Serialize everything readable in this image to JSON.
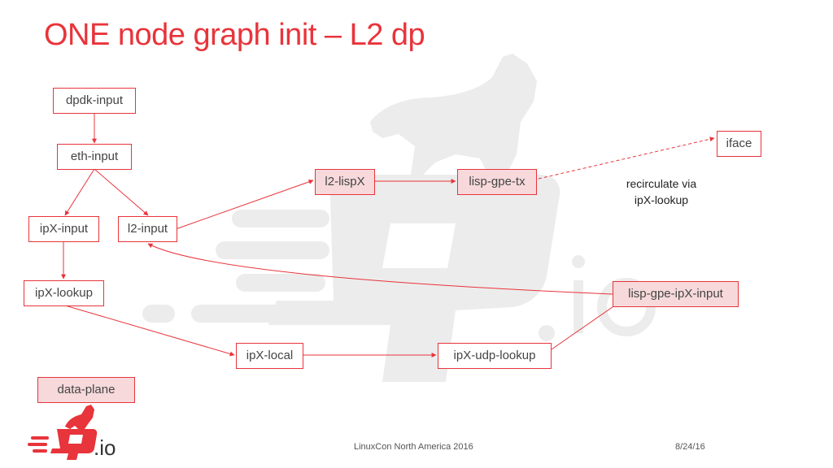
{
  "title": "ONE node graph init – L2 dp",
  "colors": {
    "accent": "#e8343b",
    "highlight_fill": "#f7d9db",
    "watermark": "#e6e6e6"
  },
  "nodes": {
    "dpdk_input": "dpdk-input",
    "eth_input": "eth-input",
    "ipx_input": "ipX-input",
    "l2_input": "l2-input",
    "ipx_lookup": "ipX-lookup",
    "l2_lispx": "l2-lispX",
    "lisp_gpe_tx": "lisp-gpe-tx",
    "iface": "iface",
    "lisp_gpe_ipx_input": "lisp-gpe-ipX-input",
    "ipx_local": "ipX-local",
    "ipx_udp_lookup": "ipX-udp-lookup"
  },
  "legend": {
    "data_plane": "data-plane"
  },
  "note": {
    "line1": "recirculate via",
    "line2": "ipX-lookup"
  },
  "logo": {
    "text": ".io"
  },
  "footer": {
    "event": "LinuxCon North America 2016",
    "date": "8/24/16"
  }
}
